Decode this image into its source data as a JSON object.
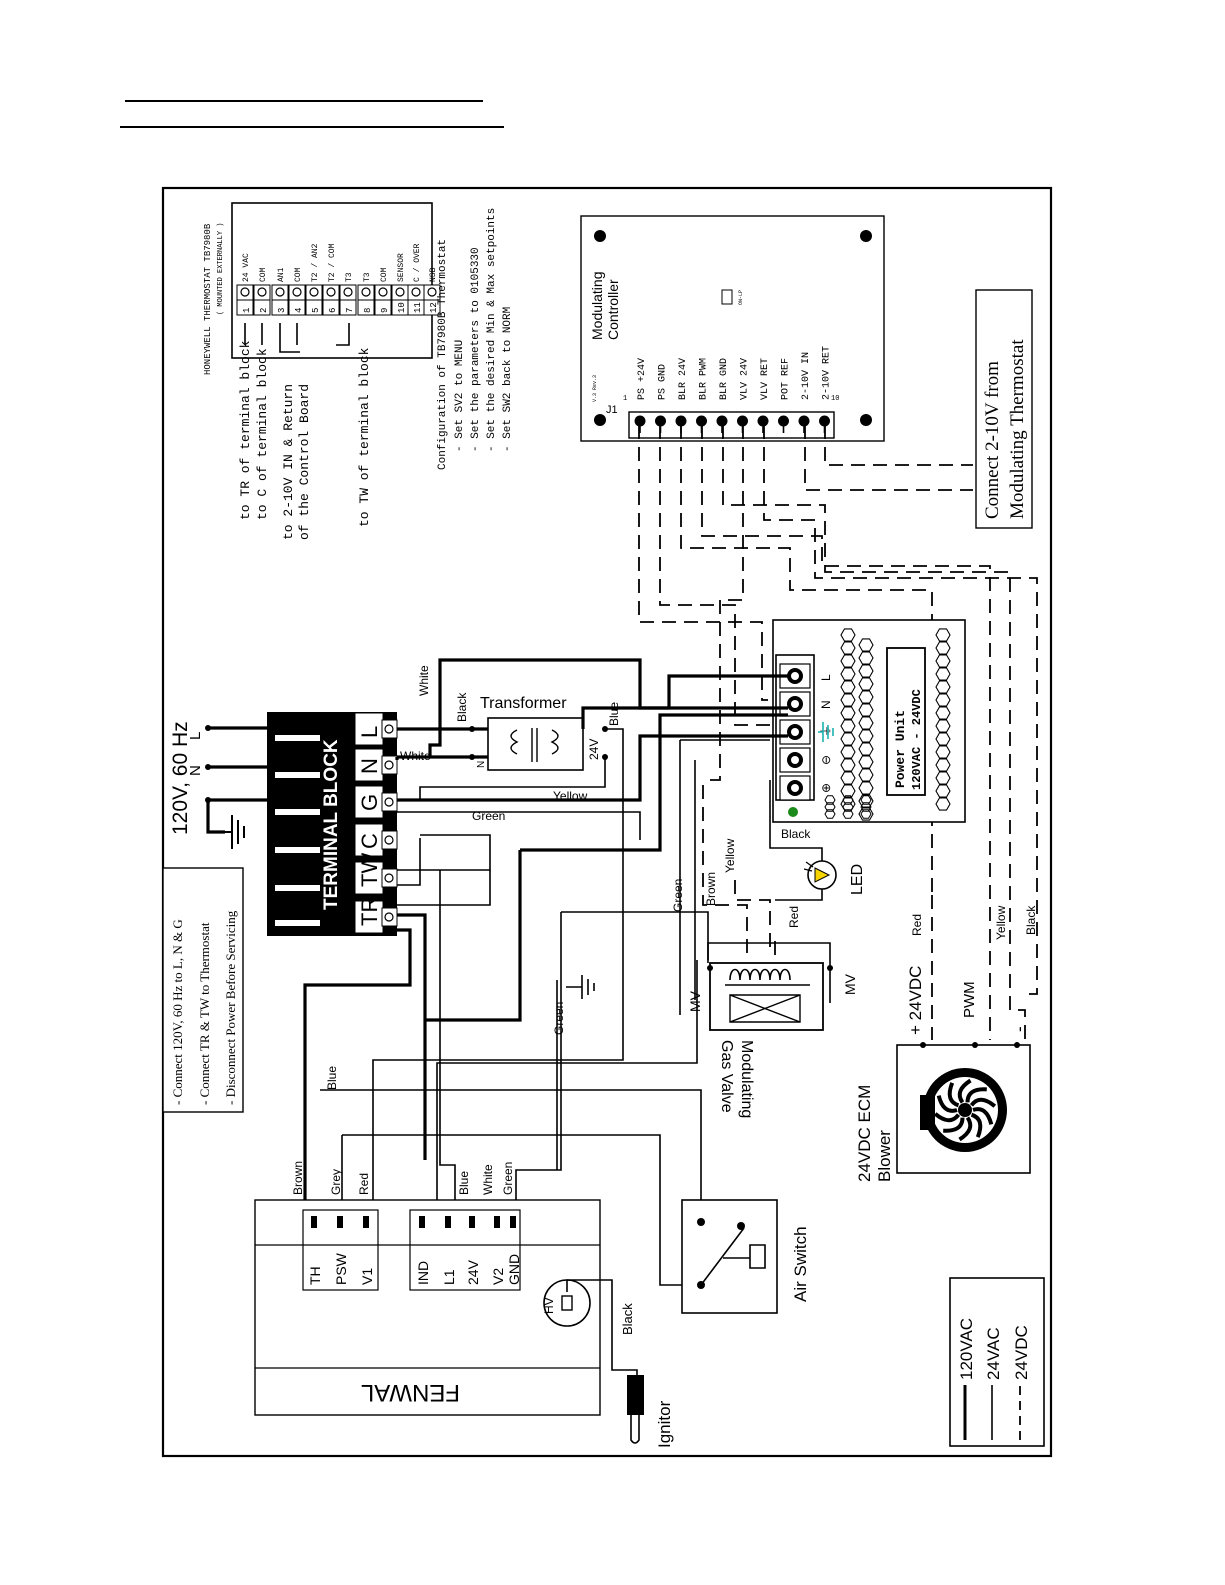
{
  "thermostat": {
    "title": "HONEYWELL THERMOSTAT TB7980B",
    "subtitle": "( MOUNTED EXTERNALLY )",
    "terminals": [
      {
        "num": "1",
        "label": "24 VAC"
      },
      {
        "num": "2",
        "label": "COM"
      },
      {
        "num": "3",
        "label": "AN1"
      },
      {
        "num": "4",
        "label": "COM"
      },
      {
        "num": "5",
        "label": "T2 / AN2"
      },
      {
        "num": "6",
        "label": "T2 / COM"
      },
      {
        "num": "7",
        "label": "T3"
      },
      {
        "num": "8",
        "label": "T3"
      },
      {
        "num": "9",
        "label": "COM"
      },
      {
        "num": "10",
        "label": "SENSOR"
      },
      {
        "num": "11",
        "label": "C / OVER"
      },
      {
        "num": "12",
        "label": "NSB"
      }
    ],
    "notes": [
      "to TR of terminal block",
      "to C of terminal block",
      "to 2-10V IN & Return",
      "of the Control Board",
      "to TW of terminal block"
    ],
    "config_title": "Configuration of TB7980B Thermostat",
    "config_steps": [
      "- Set SV2 to MENU",
      "- Set the parameters to 0105330",
      "- Set the desired Min & Max setpoints",
      "- Set SW2 back to NORM"
    ]
  },
  "controller": {
    "title_line1": "Modulating",
    "title_line2": "Controller",
    "rev": "V.3 Rev.3",
    "j1": "J1",
    "pin_first": "1",
    "pin_last": "10",
    "jumper": "ON-LP",
    "pins": [
      "PS +24V",
      "PS GND",
      "BLR 24V",
      "BLR PWM",
      "BLR GND",
      "VLV 24V",
      "VLV RET",
      "POT REF",
      "2-10V IN",
      "2-10V RET"
    ],
    "note_line1": "Connect 2-10V from",
    "note_line2": "Modulating Thermostat"
  },
  "supply": {
    "label": "120V, 60 Hz",
    "L": "L",
    "N": "N"
  },
  "terminal_block": {
    "title": "TERMINAL BLOCK",
    "terminals": [
      "L",
      "N",
      "G",
      "C",
      "TW",
      "TR"
    ]
  },
  "transformer": {
    "label": "Transformer",
    "primary_n": "N",
    "secondary": "24V"
  },
  "power_unit": {
    "label_line1": "Power Unit",
    "label_line2": "120VAC - 24VDC",
    "terminals": [
      "L",
      "N",
      "⏚",
      "⊖",
      "⊕"
    ]
  },
  "wire_labels": {
    "white_top": "White",
    "black": "Black",
    "blue": "Blue",
    "white_mid": "White",
    "yellow": "Yellow",
    "green_mid": "Green",
    "green_left": "Green",
    "green_ground": "Green",
    "brown": "Brown",
    "yellow_led": "Yellow",
    "black_led": "Black",
    "red_led": "Red",
    "ecm_red": "Red",
    "ecm_yellow": "Yellow",
    "ecm_black": "Black",
    "blue_fenwal": "Blue"
  },
  "safety_notes": [
    "- Connect 120V, 60 Hz to L, N & G",
    "- Connect TR & TW to  Thermostat",
    "- Disconnect Power Before Servicing"
  ],
  "gas_valve": {
    "label_line1": "Modulating",
    "label_line2": "Gas Valve",
    "mv": "MV"
  },
  "led": {
    "label": "LED"
  },
  "blower": {
    "label_line1": "24VDC ECM",
    "label_line2": "Blower",
    "inputs_24v": "+ 24VDC",
    "pwm": "PWM",
    "minus": "-"
  },
  "fenwal": {
    "brand": "FENWAL",
    "pins": [
      "TH",
      "PSW",
      "V1",
      "IND",
      "L1",
      "24V",
      "V2",
      "GND"
    ],
    "wires": [
      "Brown",
      "Grey",
      "Red",
      "Blue",
      "White",
      "Green"
    ],
    "hv": "HV",
    "ignitor_wire": "Black"
  },
  "air_switch": {
    "label": "Air Switch"
  },
  "ignitor": {
    "label": "Ignitor"
  },
  "legend": [
    {
      "style": "solid-thick",
      "label": "120VAC"
    },
    {
      "style": "solid-thin",
      "label": "24VAC"
    },
    {
      "style": "dashed",
      "label": "24VDC"
    }
  ]
}
